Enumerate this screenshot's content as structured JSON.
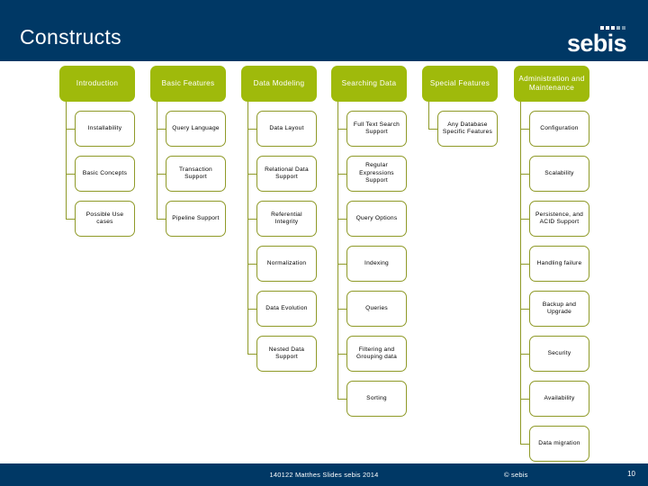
{
  "slide": {
    "title": "Constructs",
    "brand": "sebis",
    "brand_dot_count": 5,
    "accent_green": "#9FBA0B",
    "header_blue": "#003865",
    "node_border": "#8f9a28"
  },
  "footer": {
    "center_text": "140122 Matthes Slides sebis 2014",
    "copyright": "© sebis",
    "page_number": "10"
  },
  "diagram": {
    "type": "tree-columns",
    "columns": [
      {
        "header": "Introduction",
        "nodes": [
          "Installability",
          "Basic Concepts",
          "Possible Use cases"
        ]
      },
      {
        "header": "Basic Features",
        "nodes": [
          "Query Language",
          "Transaction Support",
          "Pipeline Support"
        ]
      },
      {
        "header": "Data Modeling",
        "nodes": [
          "Data Layout",
          "Relational Data Support",
          "Referential Integrity",
          "Normalization",
          "Data Evolution",
          "Nested Data Support"
        ]
      },
      {
        "header": "Searching Data",
        "nodes": [
          "Full Text Search Support",
          "Regular Expressions Support",
          "Query Options",
          "Indexing",
          "Queries",
          "Filtering and Grouping data",
          "Sorting"
        ]
      },
      {
        "header": "Special Features",
        "nodes": [
          "Any Database Specific Features"
        ]
      },
      {
        "header": "Administration and Maintenance",
        "nodes": [
          "Configuration",
          "Scalability",
          "Persistence, and ACID Support",
          "Handling failure",
          "Backup and Upgrade",
          "Security",
          "Availability",
          "Data migration"
        ]
      }
    ]
  }
}
